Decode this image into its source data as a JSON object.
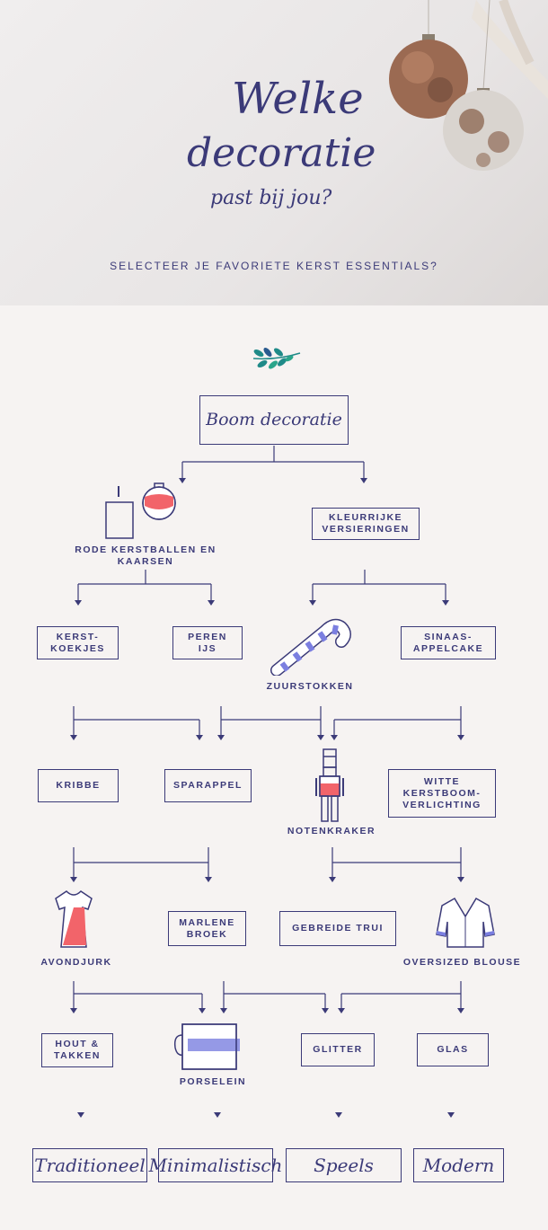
{
  "header": {
    "title_line1": "Welke",
    "title_line2": "decoratie",
    "title_line3": "past bij jou?",
    "subtitle": "SELECTEER JE FAVORIETE KERST ESSENTIALS?"
  },
  "flow": {
    "start": "Boom decoratie",
    "rode": "RODE KERSTBALLEN EN\nKAARSEN",
    "kleurrijke": "KLEURRIJKE\nVERSIERINGEN",
    "kerstkoekjes": "KERST-\nKOEKJES",
    "perenijs": "PEREN\nIJS",
    "zuurstokken": "ZUURSTOKKEN",
    "sinaasappelcake": "SINAAS-\nAPPELCAKE",
    "kribbe": "KRIBBE",
    "sparappel": "SPARAPPEL",
    "notenkraker": "NOTENKRAKER",
    "witte": "WITTE\nKERSTBOOM-\nVERLICHTING",
    "avondjurk": "AVONDJURK",
    "marlene": "MARLENE\nBROEK",
    "gebreide": "GEBREIDE TRUI",
    "oversized": "OVERSIZED BLOUSE",
    "hout": "HOUT &\nTAKKEN",
    "porselein": "PORSELEIN",
    "glitter": "GLITTER",
    "glas": "GLAS",
    "results": [
      "Traditioneel",
      "Minimalistisch",
      "Speels",
      "Modern"
    ]
  },
  "colors": {
    "navy": "#3b3a78",
    "coral": "#f2646a",
    "periwinkle": "#7b7fe0",
    "leaf_teal": "#1f8a88"
  }
}
